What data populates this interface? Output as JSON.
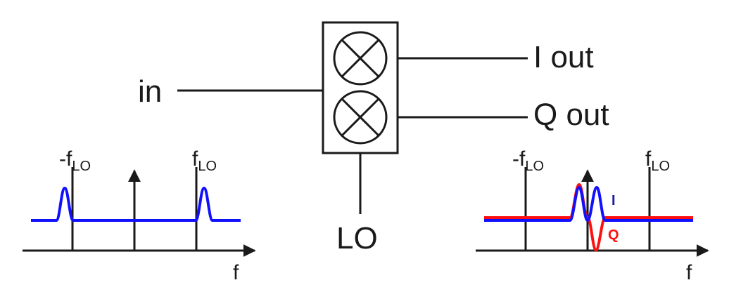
{
  "mixer": {
    "input_label": "in",
    "i_output_label": "I out",
    "q_output_label": "Q out",
    "lo_label": "LO"
  },
  "spectrum_in": {
    "neg_lo_label_prefix": "-f",
    "pos_lo_label_prefix": "f",
    "lo_subscript": "LO",
    "axis_label": "f"
  },
  "spectrum_out": {
    "neg_lo_label_prefix": "-f",
    "pos_lo_label_prefix": "f",
    "lo_subscript": "LO",
    "axis_label": "f",
    "i_trace_label": "I",
    "q_trace_label": "Q"
  },
  "colors": {
    "input_trace": "#1010ff",
    "i_trace": "#1010ff",
    "q_trace": "#ff1010",
    "i_label": "#1a1aa8",
    "q_label": "#ff1010",
    "line": "#1a1a1a"
  }
}
